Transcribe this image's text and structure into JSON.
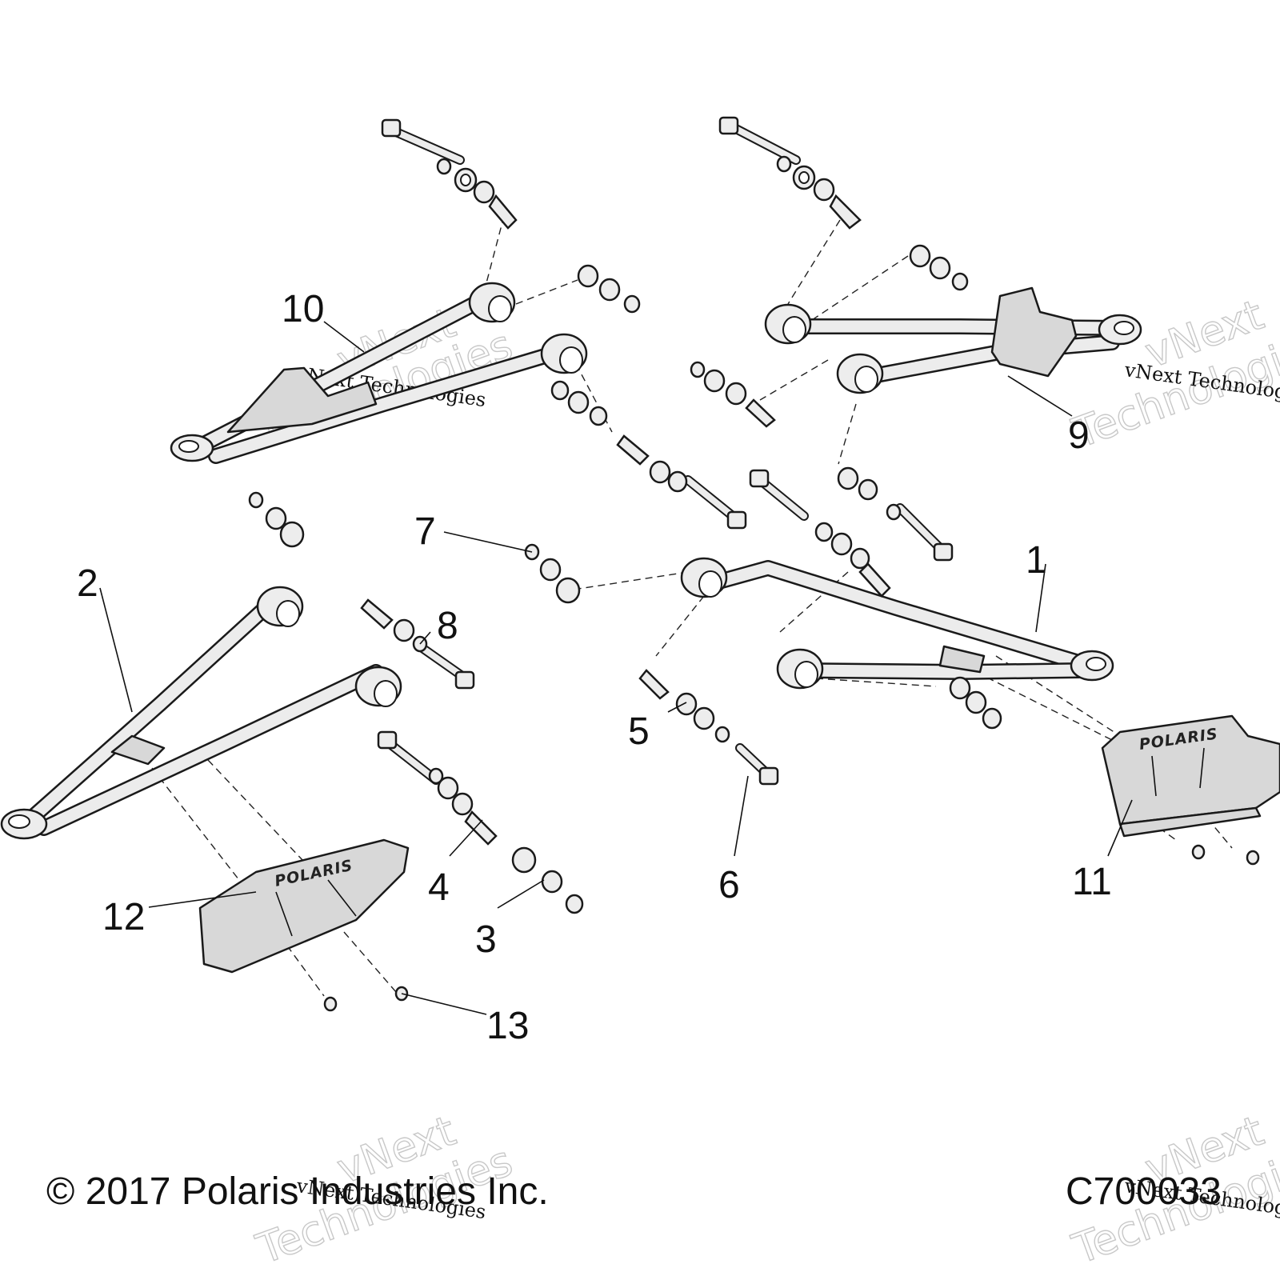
{
  "callouts": [
    "1",
    "2",
    "3",
    "4",
    "5",
    "6",
    "7",
    "8",
    "9",
    "10",
    "11",
    "12",
    "13"
  ],
  "footer": {
    "copyright": "© 2017 Polaris Industries Inc.",
    "code": "C700033"
  },
  "watermark": {
    "small": "vNext Technologies",
    "big_1": "vNext",
    "big_2": "Technologies"
  },
  "logo_text": "POLARIS"
}
